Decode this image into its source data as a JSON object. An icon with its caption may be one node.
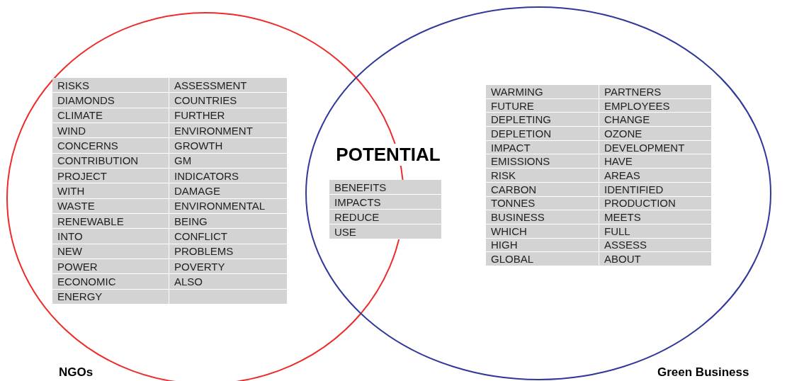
{
  "diagram": {
    "nodes": [
      {
        "text": [
          "NGOs"
        ]
      },
      {
        "text": [
          "Green Business"
        ]
      },
      {
        "text": [
          "RISKS",
          "ASSESSMENT",
          "DIAMONDS",
          "COUNTRIES",
          "CLIMATE",
          "FURTHER",
          "WIND",
          "ENVIRONMENT",
          "CONCERNS",
          "GROWTH",
          "CONTRIBUTION",
          "GM",
          "PROJECT",
          "INDICATORS",
          "WITH",
          "DAMAGE",
          "WASTE",
          "ENVIRONMENTAL",
          "RENEWABLE",
          "BEING",
          "INTO",
          "CONFLICT",
          "NEW",
          "PROBLEMS",
          "POWER",
          "POVERTY",
          "ECONOMIC",
          "ALSO",
          "ENERGY"
        ],
        "in": 0
      },
      {
        "text": [
          "BENEFITS",
          "IMPACTS",
          "REDUCE",
          "USE"
        ],
        "in": 1
      },
      {
        "text": [
          "WARMING",
          "PARTNERS",
          "FUTURE",
          "EMPLOYEES",
          "DEPLETING",
          "CHANGE",
          "DEPLETION",
          "OZONE",
          "IMPACT",
          "DEVELOPMENT",
          "EMISSIONS",
          "HAVE",
          "RISK",
          "AREAS",
          "CARBON",
          "IDENTIFIED",
          "TONNES",
          "PRODUCTION",
          "BUSINESS",
          "MEETS",
          "WHICH",
          "FULL",
          "HIGH",
          "ASSESS",
          "GLOBAL",
          "ABOUT"
        ],
        "in": 1
      }
    ],
    "labels": [
      "POTENTIAL"
    ]
  }
}
